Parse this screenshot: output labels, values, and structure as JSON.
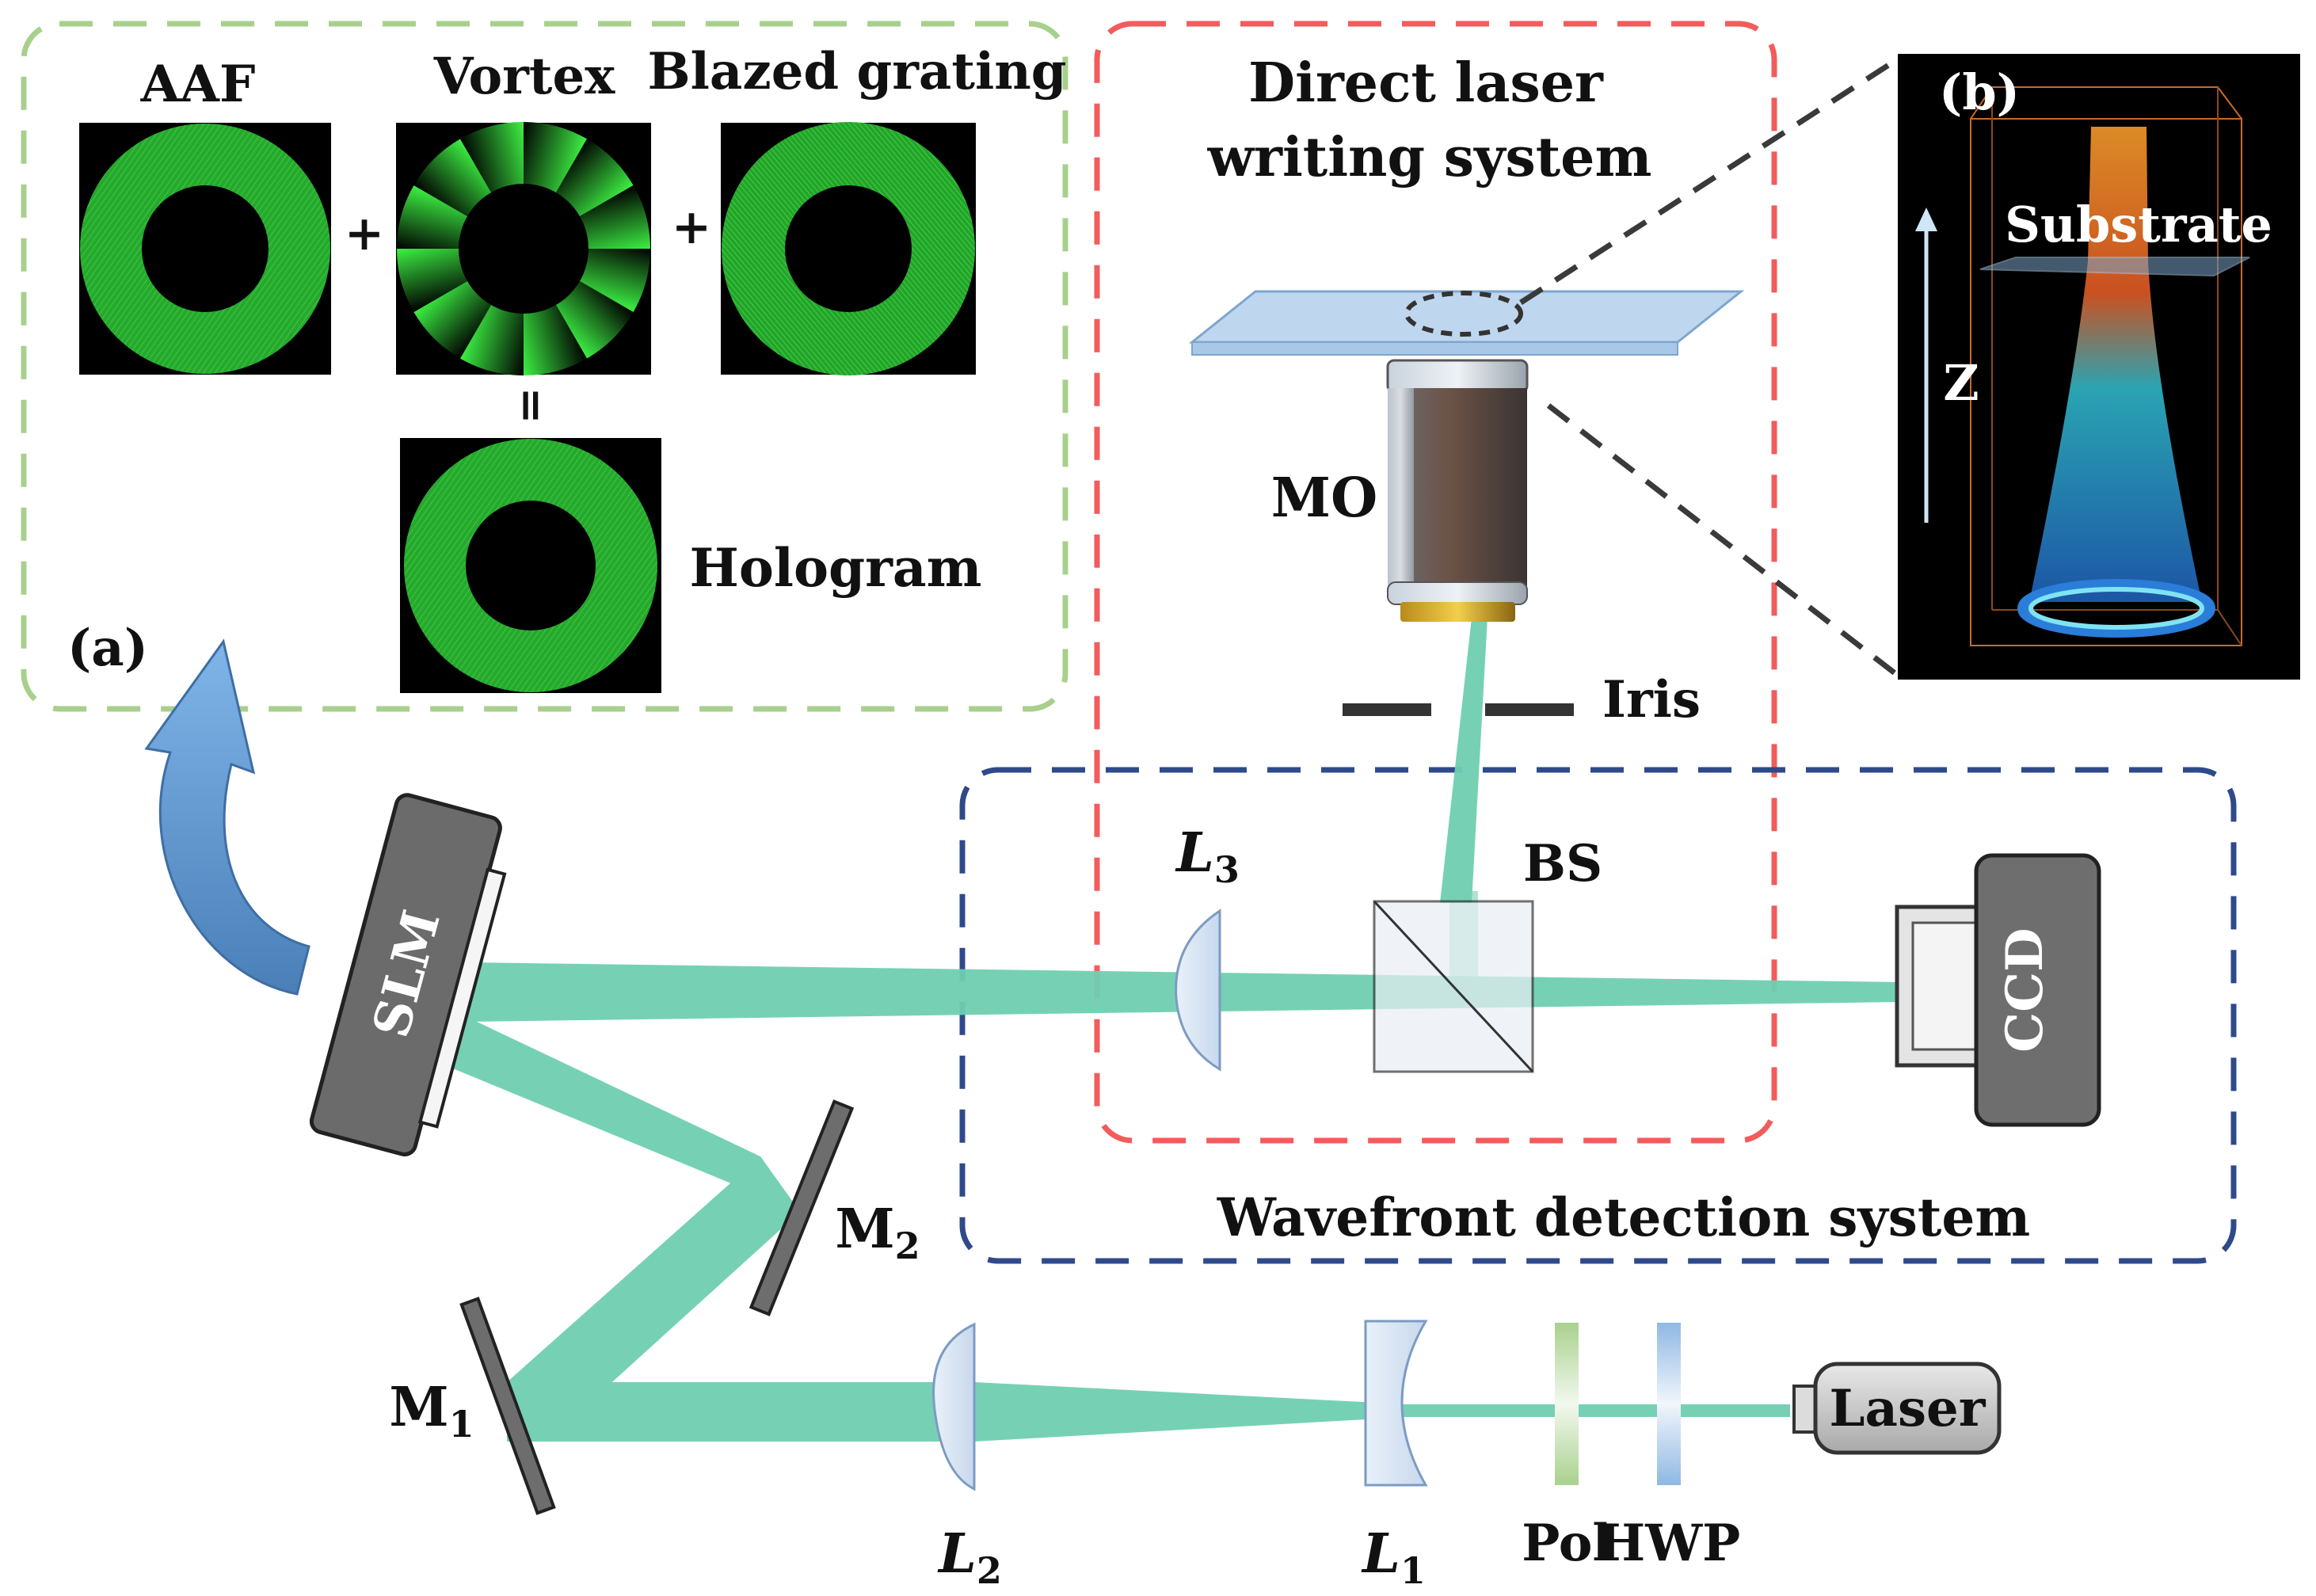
{
  "panel_a": {
    "tag": "(a)",
    "aaf_label": "AAF",
    "vortex_label": "Vortex",
    "grating_label": "Blazed grating",
    "plus_1": "+",
    "plus_2": "+",
    "equals": "=",
    "hologram_label": "Hologram"
  },
  "panel_b": {
    "tag": "(b)",
    "substrate_label": "Substrate",
    "z_label": "Z"
  },
  "systems": {
    "dlw_line1": "Direct laser",
    "dlw_line2": "writing system",
    "wavefront": "Wavefront detection system"
  },
  "components": {
    "mo": "MO",
    "iris": "Iris",
    "bs": "BS",
    "slm": "SLM",
    "ccd": "CCD",
    "laser": "Laser",
    "pol": "Pol",
    "hwp": "HWP",
    "l1": "L",
    "l1_sub": "1",
    "l2": "L",
    "l2_sub": "2",
    "l3": "L",
    "l3_sub": "3",
    "m1": "M",
    "m1_sub": "1",
    "m2": "M",
    "m2_sub": "2"
  },
  "colors": {
    "beam": "#6fcfb0",
    "green_box": "#a8d08d",
    "red_box": "#f25c5c",
    "blue_box": "#2e4a8b",
    "hologram_green": "#29b52f"
  }
}
